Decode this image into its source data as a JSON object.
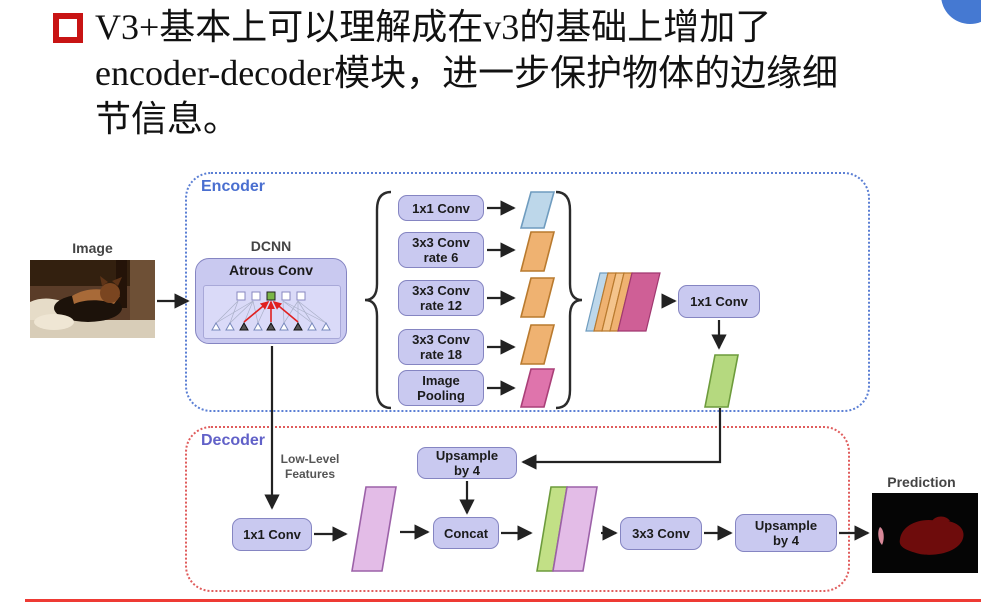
{
  "page": {
    "bullet": {
      "line1": "V3+基本上可以理解成在v3的基础上增加了",
      "line2": "encoder-decoder模块，进一步保护物体的边缘细",
      "line3": "节信息。"
    }
  },
  "diagram": {
    "input_label": "Image",
    "prediction_label": "Prediction",
    "encoder": {
      "title": "Encoder",
      "dcnn_label": "DCNN",
      "atrous_label": "Atrous Conv",
      "aspp": [
        {
          "line1": "1x1 Conv",
          "line2": ""
        },
        {
          "line1": "3x3 Conv",
          "line2": "rate 6"
        },
        {
          "line1": "3x3 Conv",
          "line2": "rate 12"
        },
        {
          "line1": "3x3 Conv",
          "line2": "rate 18"
        },
        {
          "line1": "Image",
          "line2": "Pooling"
        }
      ],
      "conv1x1_label": "1x1 Conv"
    },
    "decoder": {
      "title": "Decoder",
      "low_level_line1": "Low-Level",
      "low_level_line2": "Features",
      "conv1x1_label": "1x1 Conv",
      "upsample_top_line1": "Upsample",
      "upsample_top_line2": "by 4",
      "concat_label": "Concat",
      "conv3x3_label": "3x3 Conv",
      "upsample_out_line1": "Upsample",
      "upsample_out_line2": "by 4"
    },
    "colors": {
      "node_fill": "#c9c9f0",
      "node_border": "#8585c2",
      "encoder_border": "#5b7fd4",
      "encoder_title": "#4a6fd0",
      "decoder_border": "#e05c5c",
      "decoder_title": "#6161c8",
      "slab_blue": "#bdd7ea",
      "slab_orange": "#efb271",
      "slab_pink": "#df74ac",
      "slab_green": "#b5d97f",
      "slab_violet": "#e3bce7",
      "bullet_red": "#c81414",
      "corner_circle_blue": "#4579d2",
      "bottom_line_red": "#ee3a34"
    }
  }
}
